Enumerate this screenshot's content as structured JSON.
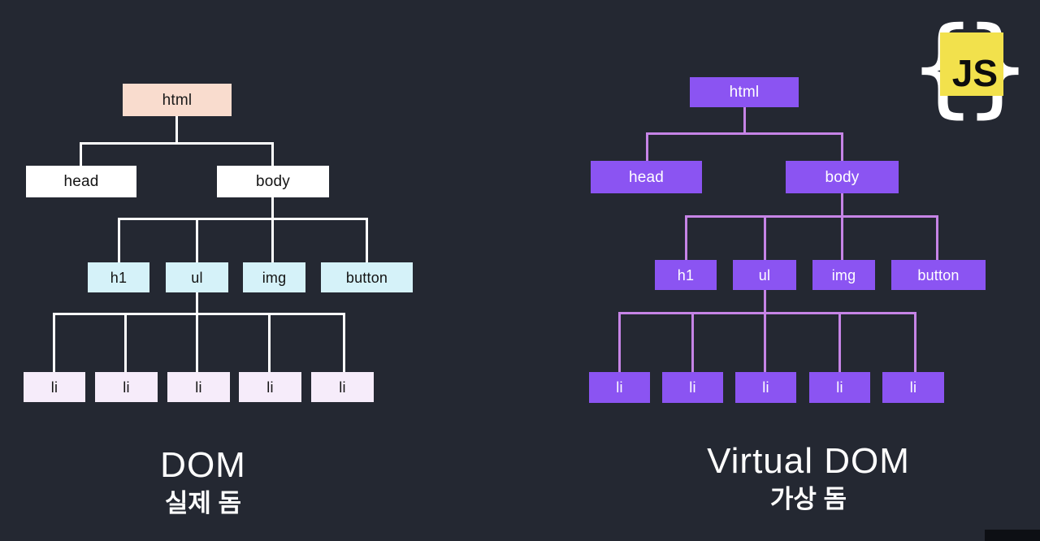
{
  "background_color": "#242832",
  "badge": {
    "name": "javascript-logo",
    "brace_left": "{",
    "brace_right": "}",
    "label": "JS",
    "square_color": "#f2e14c",
    "brace_color": "#ffffff",
    "text_color": "#0d0d0d"
  },
  "left_tree": {
    "name": "real-dom-tree",
    "line_color": "#ffffff",
    "caption": {
      "title": "DOM",
      "subtitle": "실제 돔"
    },
    "nodes": {
      "html": "html",
      "head": "head",
      "body": "body",
      "h1": "h1",
      "ul": "ul",
      "img": "img",
      "button": "button",
      "li": [
        "li",
        "li",
        "li",
        "li",
        "li"
      ]
    },
    "colors": {
      "html": "#f9dcce",
      "head_body": "#ffffff",
      "elements": "#d5f2f9",
      "list_items": "#f6ecfa"
    }
  },
  "right_tree": {
    "name": "virtual-dom-tree",
    "line_color": "#c684e6",
    "caption": {
      "title": "Virtual DOM",
      "subtitle": "가상 돔"
    },
    "nodes": {
      "html": "html",
      "head": "head",
      "body": "body",
      "h1": "h1",
      "ul": "ul",
      "img": "img",
      "button": "button",
      "li": [
        "li",
        "li",
        "li",
        "li",
        "li"
      ]
    },
    "colors": {
      "node": "#8b54f2",
      "node_text": "#ffffff"
    }
  }
}
